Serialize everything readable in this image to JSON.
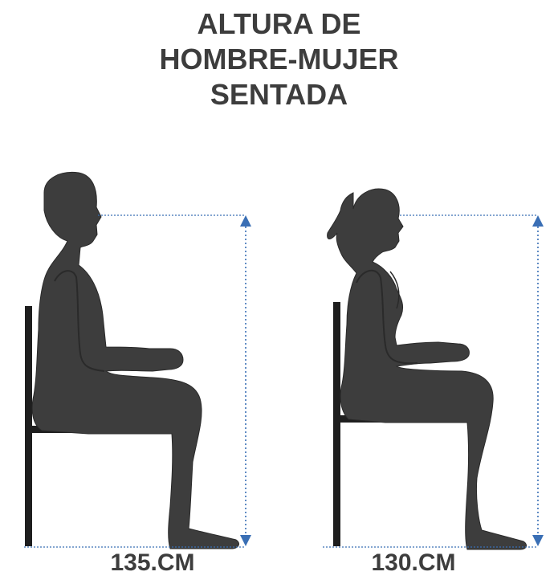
{
  "title": {
    "line1": "ALTURA DE",
    "line2": "HOMBRE-MUJER",
    "line3": "SENTADA"
  },
  "figures": {
    "man": {
      "label": "135.CM",
      "height_cm": 135
    },
    "woman": {
      "label": "130.CM",
      "height_cm": 130
    }
  },
  "colors": {
    "figure_fill": "#3d3d3d",
    "chair": "#1e1e1e",
    "measure_line": "#3a6fb5",
    "title_text": "#3d3d3d"
  }
}
